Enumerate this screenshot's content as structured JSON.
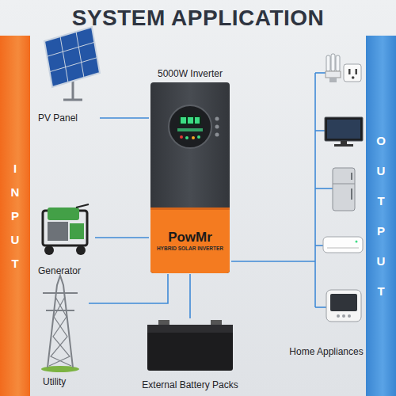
{
  "diagram": {
    "title": "SYSTEM APPLICATION",
    "nodes": [
      {
        "text": [
          "INPUT"
        ]
      },
      {
        "text": [
          "PV Panel"
        ]
      },
      {
        "text": [
          "Generator"
        ]
      },
      {
        "text": [
          "Utility"
        ]
      },
      {
        "text": [
          "5000W Inverter",
          "PowMr",
          "HYBRID SOLAR INVERTER"
        ]
      },
      {
        "text": [
          "External Battery Packs"
        ]
      },
      {
        "text": [
          "OUTPUT"
        ]
      },
      {
        "text": [
          "Home Appliances"
        ]
      }
    ],
    "edges": [
      {
        "from": 1,
        "to": 4,
        "arrow": "none"
      },
      {
        "from": 2,
        "to": 4,
        "arrow": "none"
      },
      {
        "from": 3,
        "to": 4,
        "arrow": "none"
      },
      {
        "from": 4,
        "to": 5,
        "arrow": "none"
      },
      {
        "from": 4,
        "to": 7,
        "arrow": "none"
      }
    ]
  }
}
